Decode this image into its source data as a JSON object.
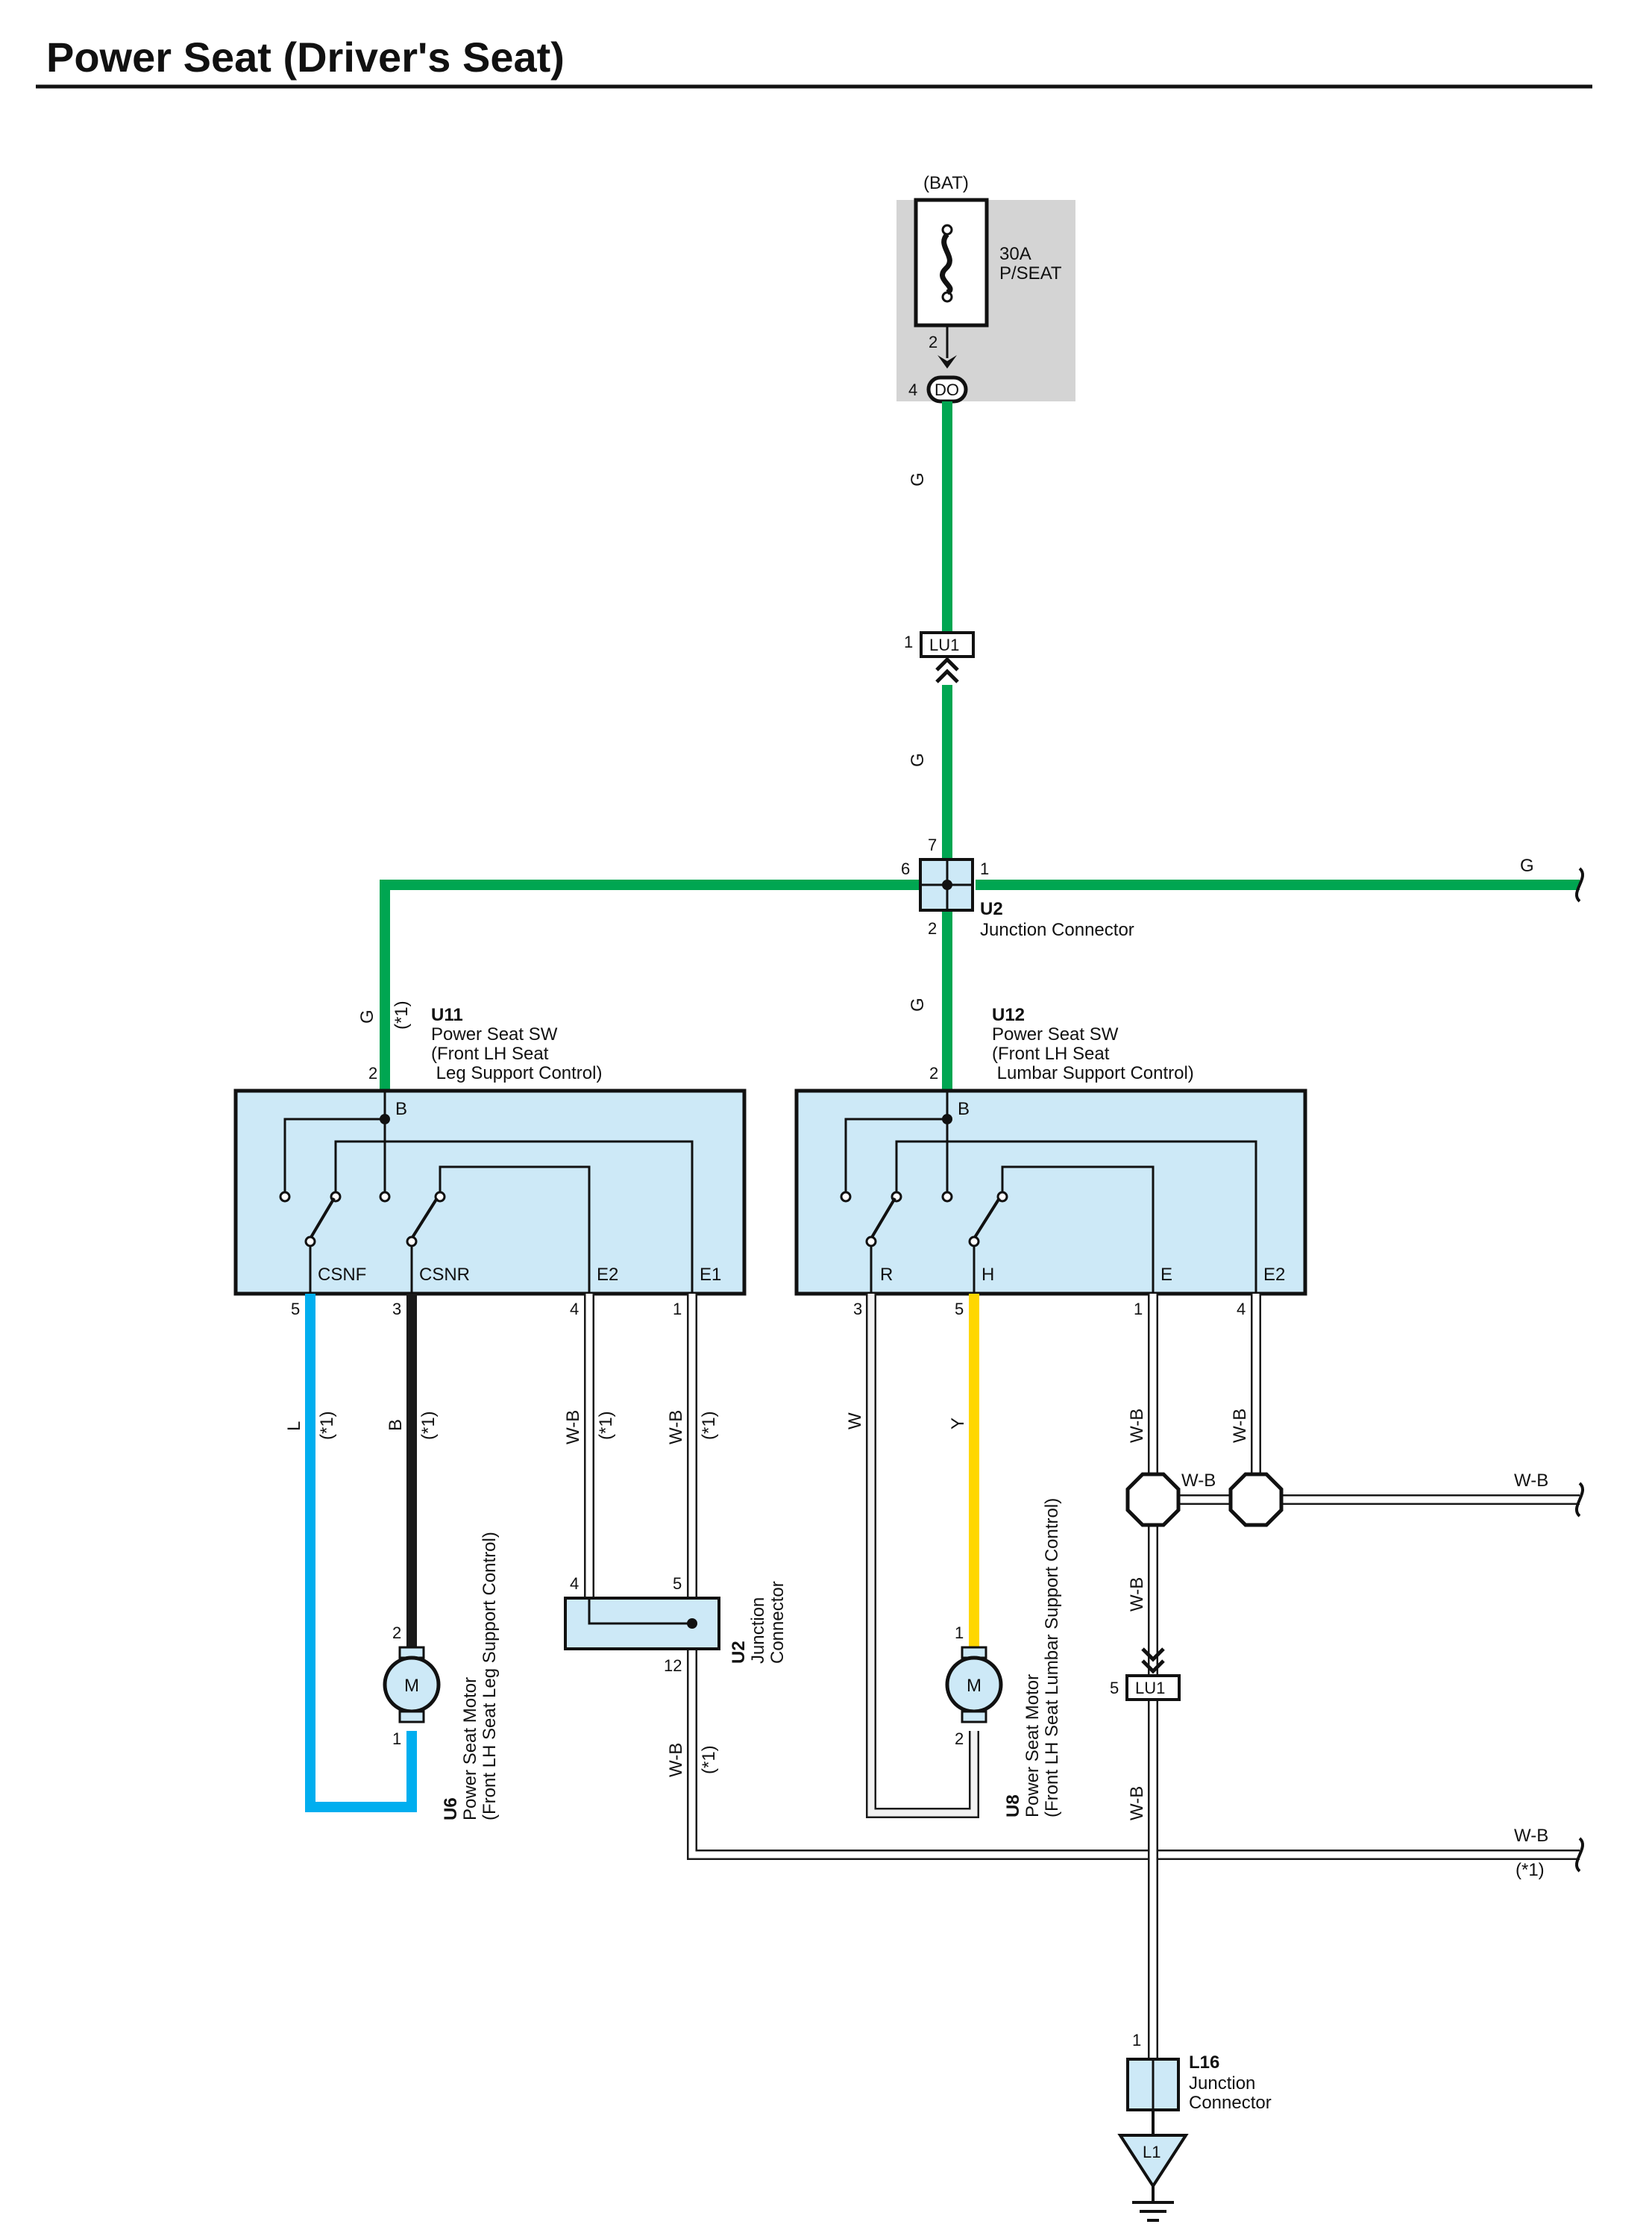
{
  "title": "Power Seat (Driver's Seat)",
  "fuse": {
    "source": "(BAT)",
    "rating": "30A",
    "name": "P/SEAT",
    "pin_top": "2",
    "pin_left": "4",
    "connector": "DO"
  },
  "inline_connectors": {
    "lu1_top": {
      "pin": "1",
      "name": "LU1"
    },
    "lu1_bottom": {
      "pin": "5",
      "name": "LU1"
    }
  },
  "junction_u2_main": {
    "id": "U2",
    "name": "Junction Connector",
    "pins": {
      "top": "7",
      "left": "6",
      "right": "1",
      "bottom": "2"
    }
  },
  "switch_u11": {
    "id": "U11",
    "name_lines": [
      "Power Seat SW",
      "(Front LH Seat",
      " Leg Support Control)"
    ],
    "pin_in": "2",
    "terminal_in": "B",
    "terminals": [
      "CSNF",
      "CSNR",
      "E2",
      "E1"
    ],
    "pins": [
      "5",
      "3",
      "4",
      "1"
    ]
  },
  "switch_u12": {
    "id": "U12",
    "name_lines": [
      "Power Seat SW",
      "(Front LH Seat",
      " Lumbar Support Control)"
    ],
    "pin_in": "2",
    "terminal_in": "B",
    "terminals": [
      "R",
      "H",
      "E",
      "E2"
    ],
    "pins": [
      "3",
      "5",
      "1",
      "4"
    ]
  },
  "wires": {
    "g": "G",
    "l": "L",
    "b": "B",
    "wb": "W-B",
    "w": "W",
    "y": "Y",
    "note": "(*1)"
  },
  "motor_u6": {
    "id": "U6",
    "symbol": "M",
    "name_lines": [
      "Power Seat Motor",
      "(Front LH Seat Leg Support Control)"
    ],
    "pin_top": "2",
    "pin_bottom": "1"
  },
  "motor_u8": {
    "id": "U8",
    "symbol": "M",
    "name_lines": [
      "Power Seat Motor",
      "(Front LH Seat Lumbar Support Control)"
    ],
    "pin_top": "1",
    "pin_bottom": "2"
  },
  "junction_u2_lower": {
    "id": "U2",
    "name_lines": [
      "Junction",
      "Connector"
    ],
    "pin_left": "4",
    "pin_right": "5",
    "pin_bottom": "12"
  },
  "junction_l16": {
    "id": "L16",
    "name_lines": [
      "Junction",
      "Connector"
    ],
    "pin": "1"
  },
  "ground": {
    "name": "L1"
  },
  "colors": {
    "green": "#00a651",
    "blue": "#00aeef",
    "yellow": "#ffd700",
    "black": "#1a1a1a",
    "component_fill": "#cde9f7"
  }
}
